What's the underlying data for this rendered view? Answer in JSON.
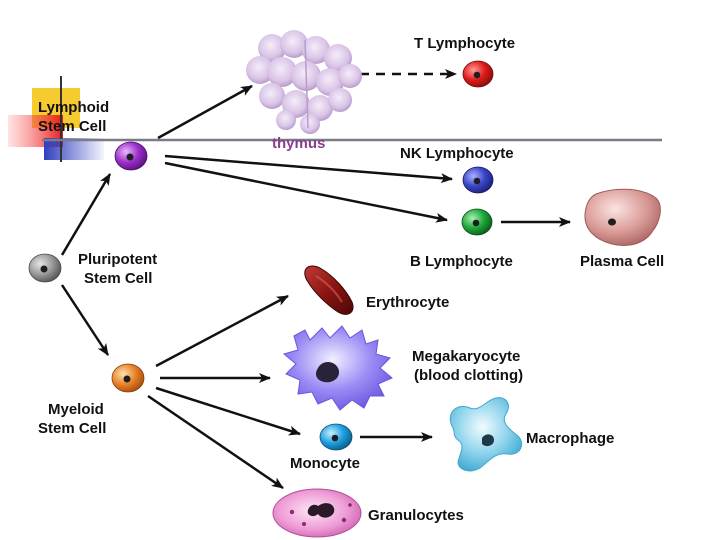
{
  "labels": {
    "lymphoid_line1": "Lymphoid",
    "lymphoid_line2": "Stem Cell",
    "pluripotent_line1": "Pluripotent",
    "pluripotent_line2": "Stem Cell",
    "myeloid_line1": "Myeloid",
    "myeloid_line2": "Stem Cell",
    "thymus": "thymus",
    "t_lymphocyte": "T Lymphocyte",
    "nk_lymphocyte": "NK Lymphocyte",
    "b_lymphocyte": "B Lymphocyte",
    "plasma_cell": "Plasma Cell",
    "erythrocyte": "Erythrocyte",
    "megakaryocyte_line1": "Megakaryocyte",
    "megakaryocyte_line2": "(blood clotting)",
    "monocyte": "Monocyte",
    "macrophage": "Macrophage",
    "granulocytes": "Granulocytes"
  },
  "colors": {
    "thymus_label": "#8a3f8a",
    "lymphoid_cell": "#9b2fc9",
    "myeloid_cell": "#e8832a",
    "pluripotent_cell": "#8c8c8c",
    "t_cell": "#e01b1b",
    "nk_cell": "#3a45c8",
    "b_cell": "#1fa83a",
    "monocyte": "#1ea0e0",
    "plasma_cell": "#d99a96",
    "erythrocyte": "#8a1512",
    "megakaryocyte": "#8e80f0",
    "macrophage": "#8fd4ec",
    "granulocyte": "#ee9bd6",
    "thymus_fill": "#d9c4e6",
    "accent_yellow": "#f5c518",
    "accent_red": "#ee3333",
    "accent_blue": "#2f3fbf",
    "rule_line": "#7a7a88"
  },
  "icons": {
    "thymus": "thymus-organ-icon",
    "plasma_cell": "plasma-cell-icon",
    "erythrocyte": "erythrocyte-icon",
    "megakaryocyte": "megakaryocyte-icon",
    "macrophage": "macrophage-icon",
    "granulocyte": "granulocyte-icon"
  }
}
